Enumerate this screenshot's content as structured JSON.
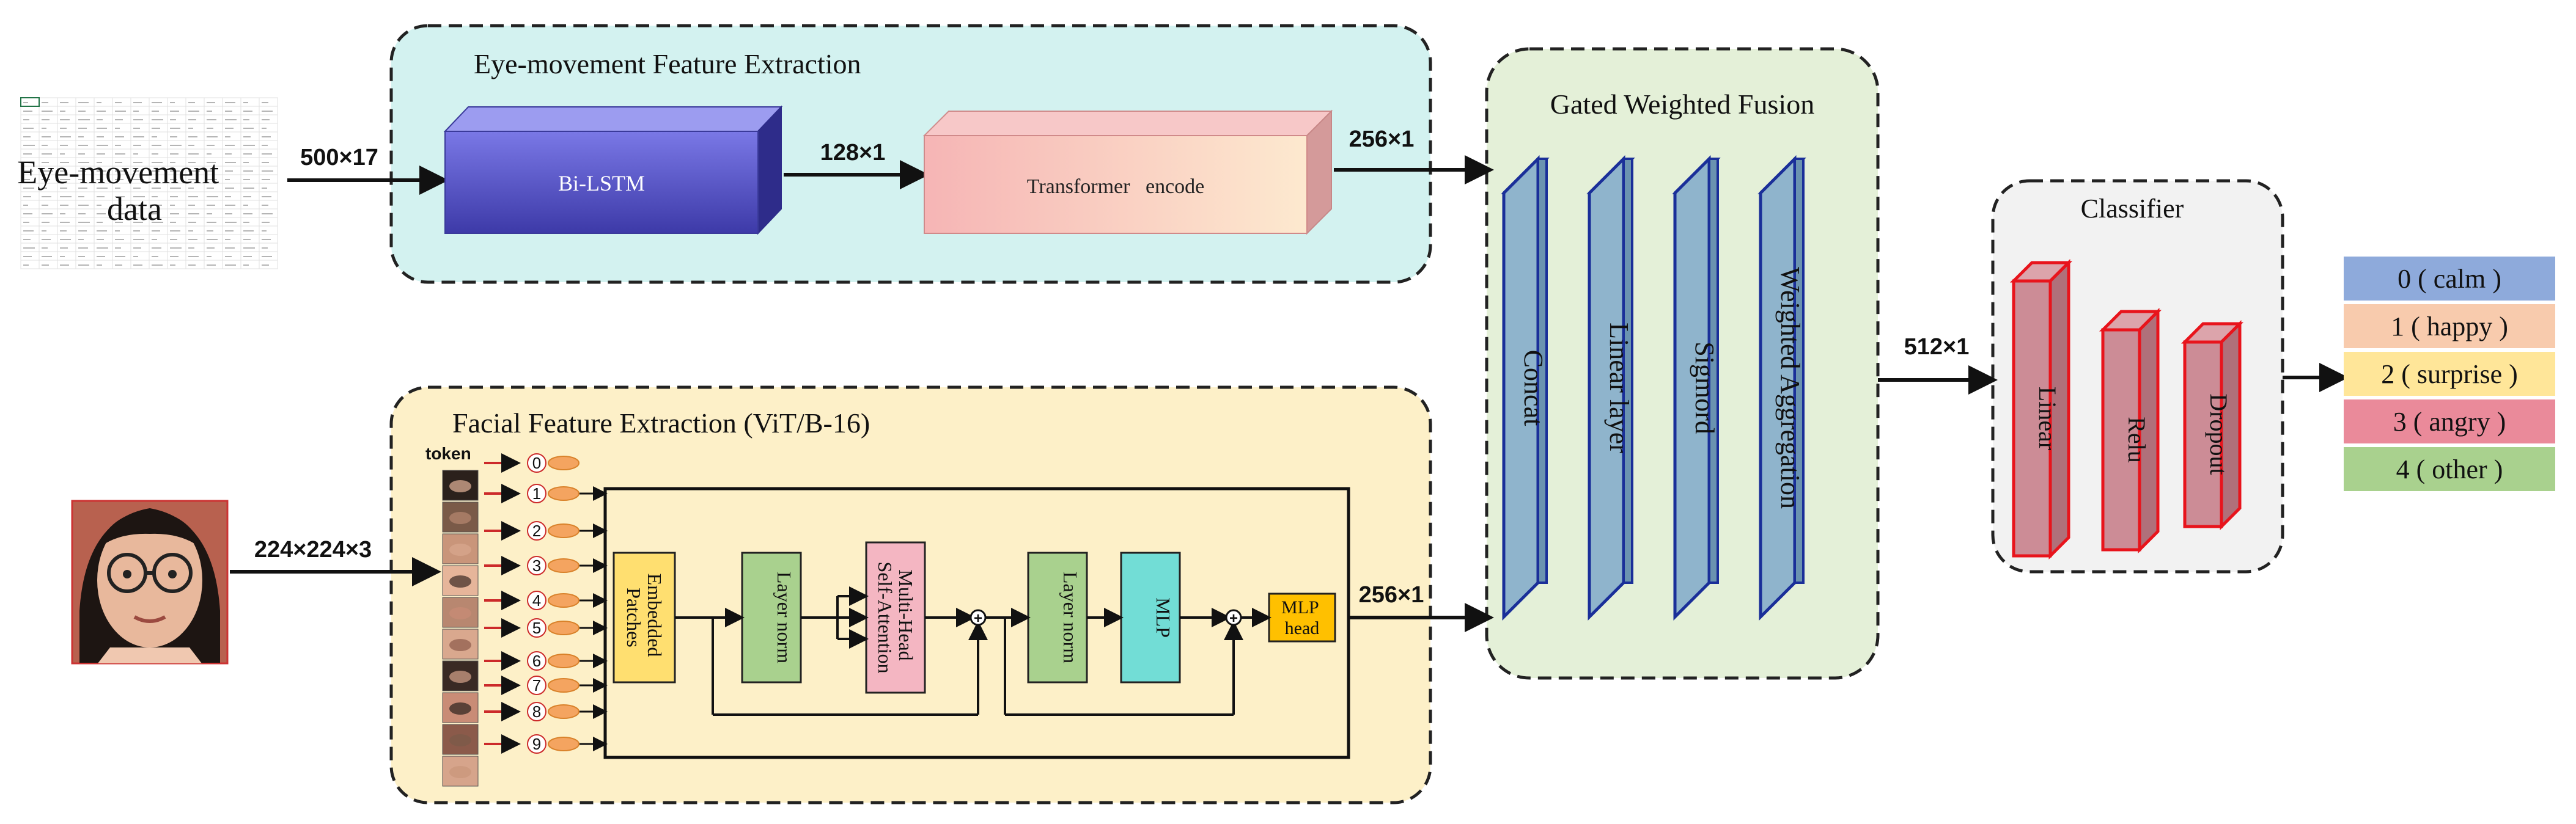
{
  "eye_section": {
    "title": "Eye-movement Feature Extraction",
    "input_label": "Eye-movement data",
    "input_dim": "500×17",
    "bilstm": "Bi-LSTM",
    "mid_dim": "128×1",
    "transformer": "Transformer   encode",
    "output_dim": "256×1"
  },
  "face_section": {
    "title": "Facial Feature Extraction  (ViT/B-16)",
    "input_dim": "224×224×3",
    "token_label": "token",
    "token_ids": [
      "0",
      "1",
      "2",
      "3",
      "4",
      "5",
      "6",
      "7",
      "8",
      "9"
    ],
    "embedded": "Embedded Patches",
    "layernorm1": "Layer norm",
    "mhsa": "Multi-Head Self-Attention",
    "plus_symbol": "+",
    "layernorm2": "Layer norm",
    "mlp": "MLP",
    "mlp_head": "MLP head",
    "output_dim": "256×1"
  },
  "fusion": {
    "title": "Gated Weighted Fusion",
    "layers": [
      "Concat",
      "Linear layer",
      "Sigmord",
      "Weighted Aggregation"
    ],
    "output_dim": "512×1"
  },
  "classifier": {
    "title": "Classifier",
    "layers": [
      "Linear",
      "Relu",
      "Dropout"
    ]
  },
  "classes": [
    {
      "label": "0 ( calm )",
      "color": "#8eaadb"
    },
    {
      "label": "1 ( happy )",
      "color": "#f8cbad"
    },
    {
      "label": "2 ( surprise )",
      "color": "#ffe699"
    },
    {
      "label": "3 ( angry )",
      "color": "#ea8a9a"
    },
    {
      "label": "4 ( other )",
      "color": "#a9d18e"
    }
  ],
  "colors": {
    "eye_bg": "#d3f2f0",
    "face_bg": "#fdf0c8",
    "fusion_bg": "#e4f0d8",
    "classifier_bg": "#f2f2f2",
    "fusion_layer": "#8fb4cc",
    "classifier_layer": "#cc8c96",
    "embedded": "#ffdf70",
    "layernorm": "#a9d18e",
    "mhsa": "#f4b6c2",
    "mlp": "#72ddd6",
    "mlp_head": "#ffc000"
  }
}
